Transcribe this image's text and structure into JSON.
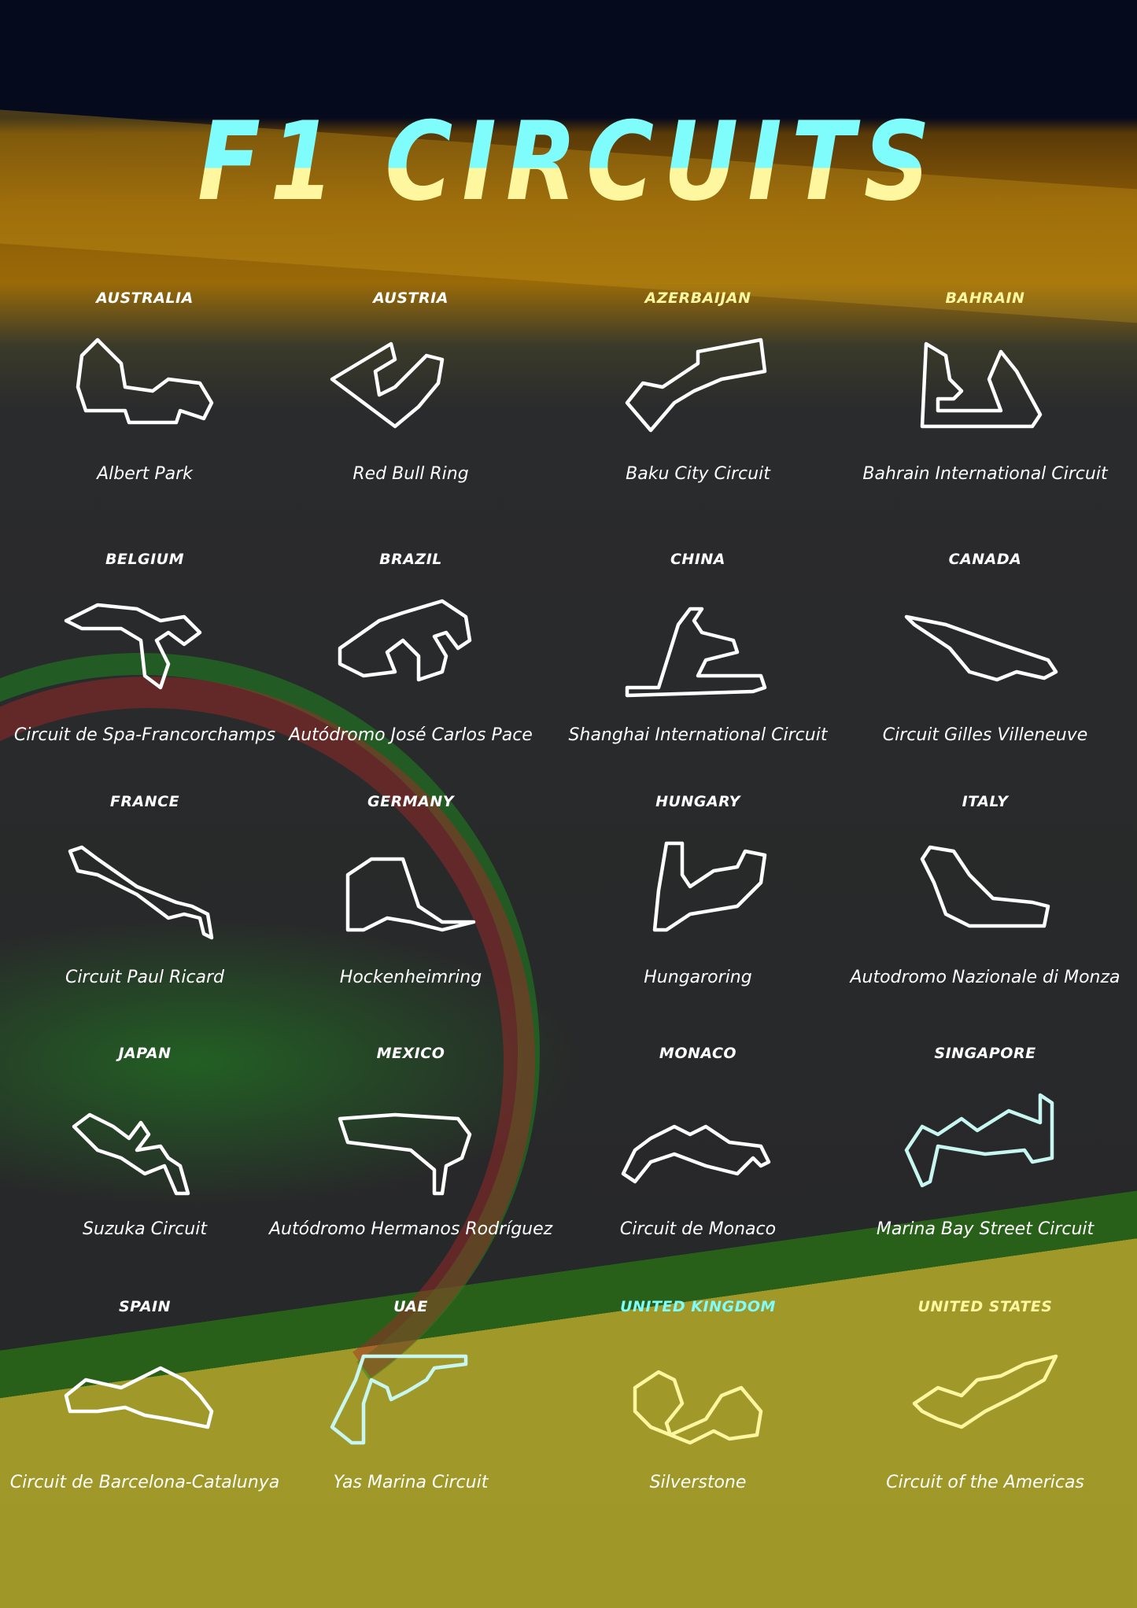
{
  "title": "F1 CIRCUITS",
  "colors": {
    "cyan": "#7ffcfc",
    "yellow": "#fff7a0",
    "white": "#ffffff"
  },
  "circuits": [
    {
      "country": "AUSTRALIA",
      "name": "Albert Park",
      "country_color": "#ffffff",
      "track_color": "#ffffff"
    },
    {
      "country": "AUSTRIA",
      "name": "Red Bull Ring",
      "country_color": "#ffffff",
      "track_color": "#ffffff"
    },
    {
      "country": "AZERBAIJAN",
      "name": "Baku City Circuit",
      "country_color": "#fff7a0",
      "track_color": "#ffffff"
    },
    {
      "country": "BAHRAIN",
      "name": "Bahrain International Circuit",
      "country_color": "#fff7a0",
      "track_color": "#ffffff"
    },
    {
      "country": "BELGIUM",
      "name": "Circuit de Spa-Francorchamps",
      "country_color": "#ffffff",
      "track_color": "#ffffff"
    },
    {
      "country": "BRAZIL",
      "name": "Autódromo José Carlos Pace",
      "country_color": "#ffffff",
      "track_color": "#ffffff"
    },
    {
      "country": "CHINA",
      "name": "Shanghai International Circuit",
      "country_color": "#ffffff",
      "track_color": "#ffffff"
    },
    {
      "country": "CANADA",
      "name": "Circuit Gilles Villeneuve",
      "country_color": "#ffffff",
      "track_color": "#ffffff"
    },
    {
      "country": "FRANCE",
      "name": "Circuit Paul Ricard",
      "country_color": "#ffffff",
      "track_color": "#ffffff"
    },
    {
      "country": "GERMANY",
      "name": "Hockenheimring",
      "country_color": "#ffffff",
      "track_color": "#ffffff"
    },
    {
      "country": "HUNGARY",
      "name": "Hungaroring",
      "country_color": "#ffffff",
      "track_color": "#ffffff"
    },
    {
      "country": "ITALY",
      "name": "Autodromo Nazionale di Monza",
      "country_color": "#ffffff",
      "track_color": "#ffffff"
    },
    {
      "country": "JAPAN",
      "name": "Suzuka Circuit",
      "country_color": "#ffffff",
      "track_color": "#ffffff"
    },
    {
      "country": "MEXICO",
      "name": "Autódromo Hermanos Rodríguez",
      "country_color": "#ffffff",
      "track_color": "#ffffff"
    },
    {
      "country": "MONACO",
      "name": "Circuit de Monaco",
      "country_color": "#ffffff",
      "track_color": "#ffffff"
    },
    {
      "country": "SINGAPORE",
      "name": "Marina Bay Street Circuit",
      "country_color": "#ffffff",
      "track_color": "#c8f6f0"
    },
    {
      "country": "SPAIN",
      "name": "Circuit de Barcelona-Catalunya",
      "country_color": "#ffffff",
      "track_color": "#ffffff"
    },
    {
      "country": "UAE",
      "name": "Yas Marina Circuit",
      "country_color": "#ffffff",
      "track_color": "#c8f6f0"
    },
    {
      "country": "UNITED KINGDOM",
      "name": "Silverstone",
      "country_color": "#7ffcfc",
      "track_color": "#fff7a0"
    },
    {
      "country": "UNITED STATES",
      "name": "Circuit of the Americas",
      "country_color": "#fff7a0",
      "track_color": "#fff7a0"
    }
  ]
}
